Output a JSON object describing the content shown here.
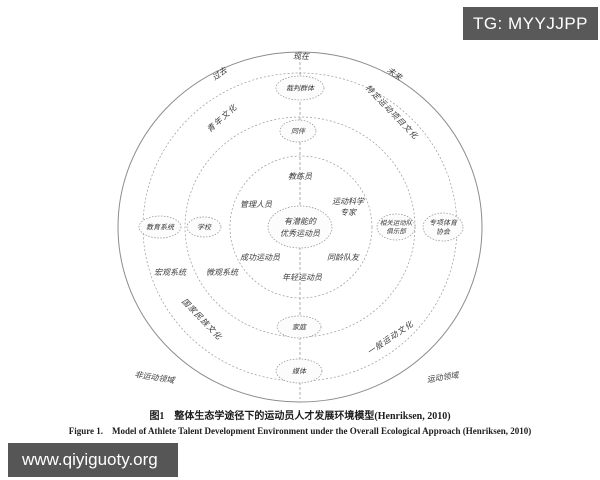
{
  "badge": {
    "text": "TG: MYYJJPP"
  },
  "watermark": {
    "text": "www.qiyiguoty.org"
  },
  "diagram": {
    "time": {
      "past": "过去",
      "present": "现在",
      "future": "未来"
    },
    "domains": {
      "non_sport": "非运动领域",
      "sport": "运动领域"
    },
    "systems": {
      "macro": "宏观系统",
      "micro": "微观系统"
    },
    "cultures": {
      "youth": "青年文化",
      "specific_sport": "特定运动项目文化",
      "national": "国家民族文化",
      "general_sport": "一般运动文化"
    },
    "macro_ring": {
      "referees": "裁判群体",
      "education_system": "教育系统",
      "sport_association_1": "专项体育",
      "sport_association_2": "协会",
      "media": "媒体"
    },
    "micro_ring": {
      "peers": "同伴",
      "school": "学校",
      "related_teams_1": "相关运动队",
      "related_teams_2": "俱乐部",
      "family": "家庭"
    },
    "club": {
      "coaches": "教练员",
      "managers": "管理人员",
      "sport_science_1": "运动科学",
      "sport_science_2": "专家",
      "successful_athletes": "成功运动员",
      "same_age_teammates": "同龄队友",
      "young_athletes": "年轻运动员",
      "center_1": "有潜能的",
      "center_2": "优秀运动员"
    }
  },
  "caption": {
    "zh": "图1　整体生态学途径下的运动员人才发展环境模型(Henriksen, 2010)",
    "en": "Figure 1.　Model of Athlete Talent Development Environment under the Overall Ecological Approach (Henriksen, 2010)"
  },
  "colors": {
    "ring_gray": "#d8d8d8",
    "inner_gray": "#d1d1d1",
    "badge_bg": "#595959",
    "text": "#3a3a3a"
  }
}
